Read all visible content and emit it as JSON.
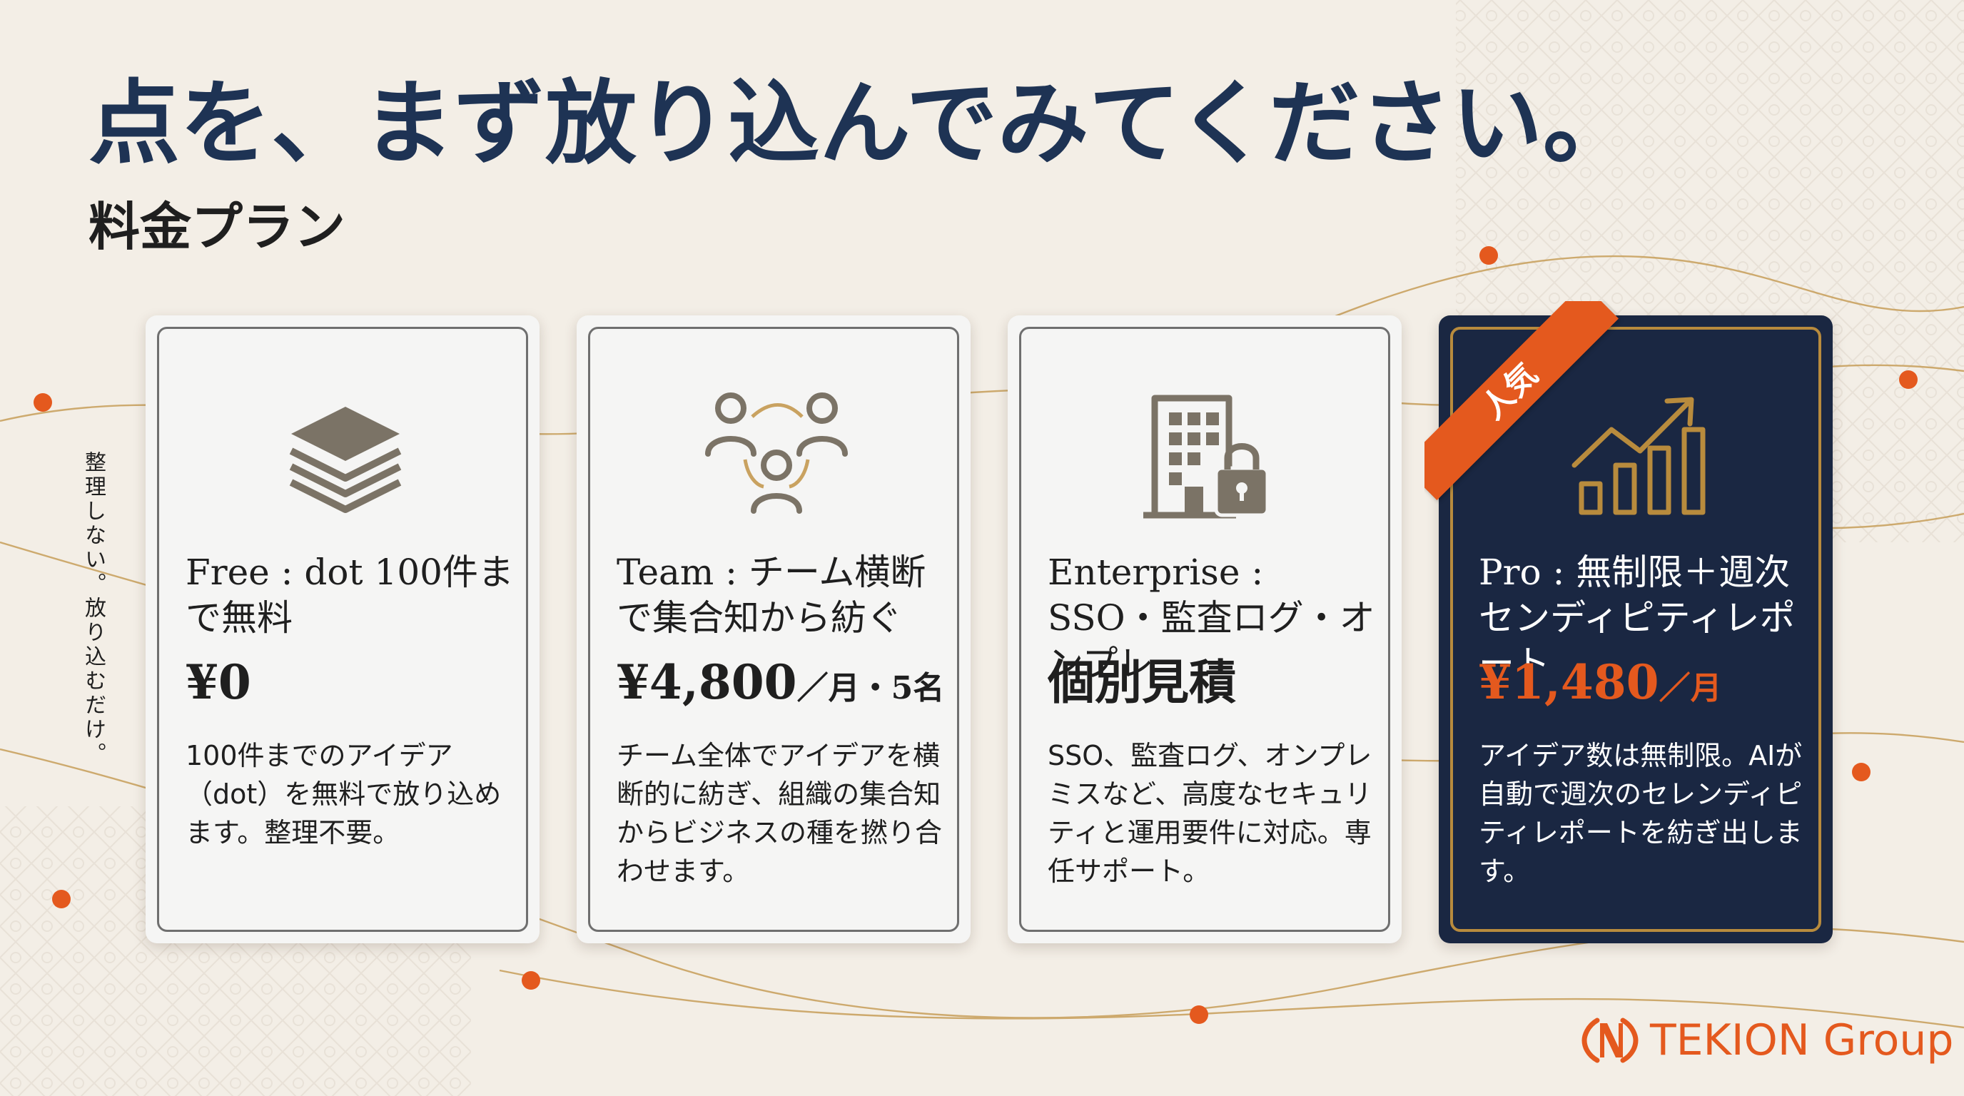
{
  "header": {
    "headline": "点を、まず放り込んでみてください。",
    "subheadline": "料金プラン"
  },
  "side_note": "整理しない。放り込むだけ。",
  "colors": {
    "navy": "#1e3354",
    "accent_orange": "#e4591e",
    "gold": "#b88b3d",
    "card_dark": "#1a2742",
    "background": "#f3eee6"
  },
  "plans": [
    {
      "icon": "stacked-layers-icon",
      "title": "Free : dot 100件まで無料",
      "price": "¥0",
      "unit": "",
      "description": "100件までのアイデア（dot）を無料で放り込めます。整理不要。"
    },
    {
      "icon": "team-network-icon",
      "title": "Team : チーム横断で集合知から紡ぐ",
      "price": "¥4,800",
      "unit": "／月・5名",
      "description": "チーム全体でアイデアを横断的に紡ぎ、組織の集合知からビジネスの種を撚り合わせます。"
    },
    {
      "icon": "building-lock-icon",
      "title": "Enterprise : SSO・監査ログ・オンプレ",
      "price": "個別見積",
      "unit": "",
      "description": "SSO、監査ログ、オンプレミスなど、高度なセキュリティと運用要件に対応。専任サポート。"
    },
    {
      "icon": "growth-chart-icon",
      "title": "Pro : 無制限＋週次センディピティレポート",
      "price": "¥1,480",
      "unit": "／月",
      "description": "アイデア数は無制限。AIが自動で週次のセレンディピティレポートを紡ぎ出します。",
      "badge": "人気"
    }
  ],
  "logo": {
    "text": "TEKION Group"
  }
}
